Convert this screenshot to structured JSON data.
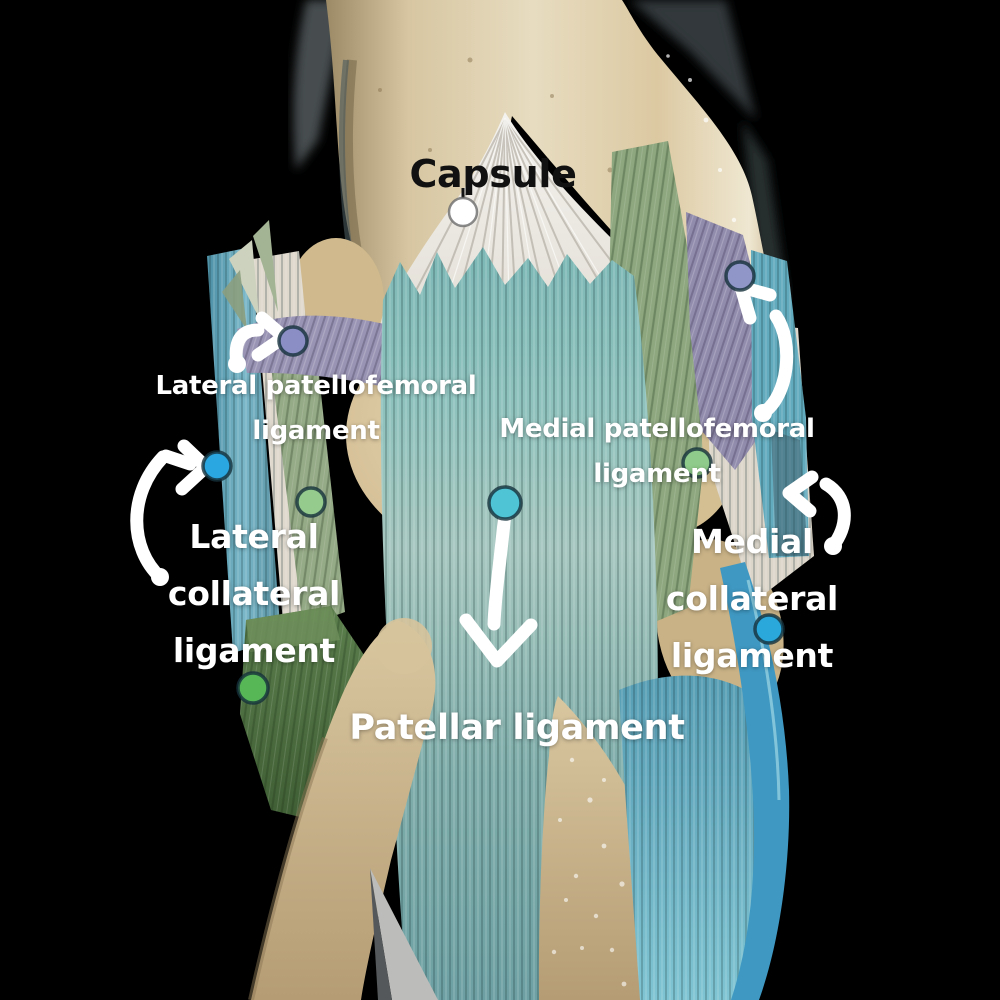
{
  "figure": {
    "kind": "anatomy-diagram",
    "subject": "Knee joint ligaments, anterior view",
    "background": "#000000"
  },
  "labels": {
    "capsule": {
      "text": "Capsule",
      "color": "#111111"
    },
    "lateral_patellofemoral": {
      "lines": [
        "Lateral patellofemoral",
        "ligament"
      ],
      "color": "#ffffff"
    },
    "medial_patellofemoral": {
      "lines": [
        "Medial patellofemoral",
        "ligament"
      ],
      "color": "#ffffff"
    },
    "lateral_collateral": {
      "lines": [
        "Lateral",
        "collateral",
        "ligament"
      ],
      "color": "#ffffff"
    },
    "medial_collateral": {
      "lines": [
        "Medial",
        "collateral",
        "ligament"
      ],
      "color": "#ffffff"
    },
    "patellar": {
      "text": "Patellar ligament",
      "color": "#ffffff"
    }
  },
  "markers": {
    "capsule": {
      "color": "#ffffff"
    },
    "lateral_patellofemoral": {
      "color": "#8a8ec5"
    },
    "medial_patellofemoral": {
      "color": "#9196c9"
    },
    "lcl_proximal_blue": {
      "color": "#2aa6e0"
    },
    "mcl_blue": {
      "color": "#2aa8dc"
    },
    "left_light_green": {
      "color": "#95cb8d"
    },
    "right_light_green": {
      "color": "#8fcb8a"
    },
    "lcl_distal_green": {
      "color": "#57b757"
    },
    "patellar_cyan": {
      "color": "#4ec4d5"
    }
  },
  "palette": {
    "background": "#000000",
    "bone_tan": "#d8c49c",
    "capsule_white": "#e9e5de",
    "ligament_teal": "#8ab7b2",
    "ligament_blue": "#3f98c2",
    "ligament_purple": "#9a94b4",
    "ligament_sage": "#95aa86",
    "ligament_olive": "#4f6f42",
    "arrow": "#ffffff"
  }
}
